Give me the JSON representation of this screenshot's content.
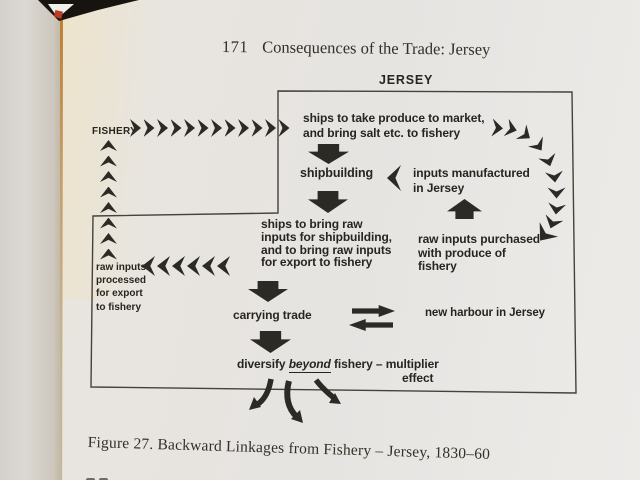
{
  "page_header": {
    "page_number": "171",
    "title": "Consequences of the Trade: Jersey"
  },
  "diagram": {
    "region_label": "JERSEY",
    "fishery_label": "FISHERY",
    "nodes": {
      "ships_produce": "ships to take produce to market,\nand bring salt etc. to fishery",
      "shipbuilding": "shipbuilding",
      "inputs_manufactured": "inputs manufactured\nin Jersey",
      "ships_raw": "ships to bring raw\ninputs for shipbuilding,\nand to bring raw inputs\nfor export to fishery",
      "raw_purchased": "raw inputs purchased\nwith produce of\nfishery",
      "raw_processed": "raw inputs\nprocessed\nfor export\nto fishery",
      "carrying_trade": "carrying trade",
      "new_harbour": "new harbour in Jersey",
      "diversify_pre": "diversify ",
      "diversify_em": "beyond",
      "diversify_post": " fishery – multiplier",
      "diversify_line2": "effect"
    },
    "arrow_rows": {
      "fishery_to_box": 12,
      "up_column": 8,
      "left_row": 6,
      "arc_right": 10
    }
  },
  "caption": "Figure 27. Backward Linkages from Fishery – Jersey, 1830–60",
  "colors": {
    "ink": "#2b2a24",
    "page": "#e6e4e1",
    "crease": "#bd7a2c",
    "cover": "#17130f",
    "red_mark": "#bf3a24"
  }
}
